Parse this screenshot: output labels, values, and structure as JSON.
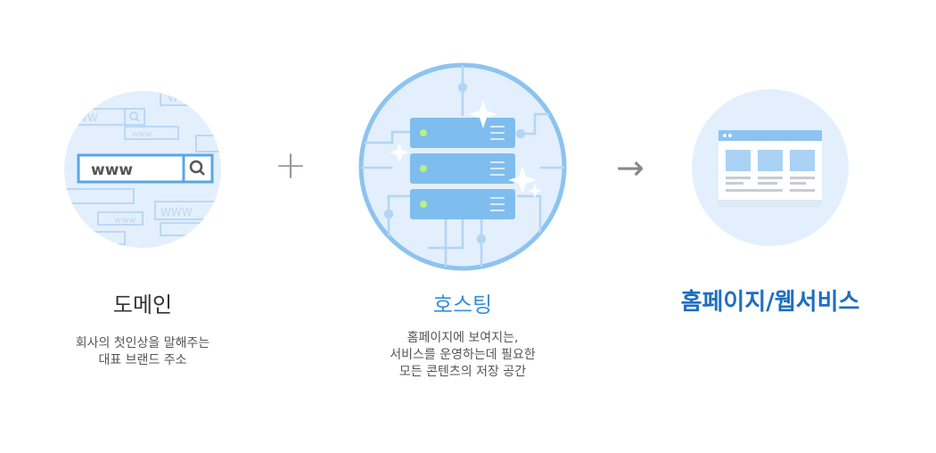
{
  "steps": [
    {
      "title": "도메인",
      "desc": "회사의 첫인상을 말해주는\n대표 브랜드 주소",
      "search_text": "www",
      "bg_labels": [
        "WW",
        "www",
        "WWW",
        "www",
        "W"
      ]
    },
    {
      "title": "호스팅",
      "desc": "홈페이지에 보여지는,\n서비스를 운영하는데 필요한\n모든 콘텐츠의 저장 공간"
    },
    {
      "title": "홈페이지/웹서비스"
    }
  ],
  "operators": {
    "plus": "+",
    "arrow": "→"
  },
  "colors": {
    "circle_light": "#e3effc",
    "circle_ring": "#8cc3f0",
    "accent_blue": "#3a8fd9",
    "dark_blue": "#1f6fbf",
    "title_gray": "#333333",
    "server": "#7fbdef",
    "led": "#b8f27a"
  }
}
